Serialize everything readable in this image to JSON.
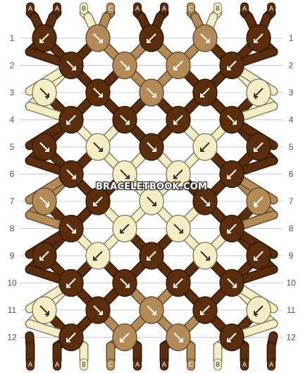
{
  "colors": {
    "A": "#5a2d0c",
    "B": "#f5edc4",
    "C": "#b48a57"
  },
  "top_labels": [
    "A",
    "A",
    "B",
    "C",
    "A",
    "A",
    "C",
    "B",
    "A",
    "A"
  ],
  "bottom_labels": [
    "A",
    "A",
    "B",
    "C",
    "A",
    "A",
    "C",
    "B",
    "A",
    "A"
  ],
  "rows": [
    "1",
    "2",
    "3",
    "4",
    "5",
    "6",
    "7",
    "8",
    "9",
    "10",
    "11",
    "12"
  ],
  "watermark": "BRACELETBOOK.COM",
  "knots": [
    [
      {
        "c": "A",
        "d": "L"
      },
      {
        "c": "C",
        "d": "R"
      },
      {
        "c": "A",
        "d": "L"
      },
      {
        "c": "C",
        "d": "R"
      },
      {
        "c": "A",
        "d": "L"
      }
    ],
    [
      {
        "c": "A",
        "d": "R"
      },
      {
        "c": "C",
        "d": "R"
      },
      {
        "c": "C",
        "d": "L"
      },
      {
        "c": "A",
        "d": "L"
      }
    ],
    [
      {
        "c": "B",
        "d": "RL"
      },
      {
        "c": "A",
        "d": "R"
      },
      {
        "c": "C",
        "d": "R"
      },
      {
        "c": "A",
        "d": "L"
      },
      {
        "c": "B",
        "d": "LR"
      }
    ],
    [
      {
        "c": "A",
        "d": "L"
      },
      {
        "c": "A",
        "d": "R"
      },
      {
        "c": "A",
        "d": "L"
      },
      {
        "c": "A",
        "d": "R"
      }
    ],
    [
      {
        "c": "A",
        "d": "R"
      },
      {
        "c": "B",
        "d": "R"
      },
      {
        "c": "A",
        "d": "R"
      },
      {
        "c": "B",
        "d": "L"
      },
      {
        "c": "A",
        "d": "L"
      }
    ],
    [
      {
        "c": "A",
        "d": "R"
      },
      {
        "c": "B",
        "d": "R"
      },
      {
        "c": "B",
        "d": "L"
      },
      {
        "c": "A",
        "d": "L"
      }
    ],
    [
      {
        "c": "C",
        "d": "RL"
      },
      {
        "c": "A",
        "d": "L"
      },
      {
        "c": "B",
        "d": "R"
      },
      {
        "c": "A",
        "d": "R"
      },
      {
        "c": "C",
        "d": "LR"
      }
    ],
    [
      {
        "c": "A",
        "d": "R"
      },
      {
        "c": "B",
        "d": "L"
      },
      {
        "c": "B",
        "d": "R"
      },
      {
        "c": "A",
        "d": "L"
      }
    ],
    [
      {
        "c": "A",
        "d": "L"
      },
      {
        "c": "B",
        "d": "L"
      },
      {
        "c": "A",
        "d": "L"
      },
      {
        "c": "B",
        "d": "R"
      },
      {
        "c": "A",
        "d": "L"
      }
    ],
    [
      {
        "c": "A",
        "d": "L"
      },
      {
        "c": "A",
        "d": "R"
      },
      {
        "c": "A",
        "d": "L"
      },
      {
        "c": "A",
        "d": "R"
      }
    ],
    [
      {
        "c": "B",
        "d": "RL"
      },
      {
        "c": "A",
        "d": "R"
      },
      {
        "c": "C",
        "d": "R"
      },
      {
        "c": "A",
        "d": "L"
      },
      {
        "c": "B",
        "d": "LR"
      }
    ],
    [
      {
        "c": "A",
        "d": "L"
      },
      {
        "c": "C",
        "d": "L"
      },
      {
        "c": "C",
        "d": "R"
      },
      {
        "c": "A",
        "d": "L"
      }
    ]
  ]
}
